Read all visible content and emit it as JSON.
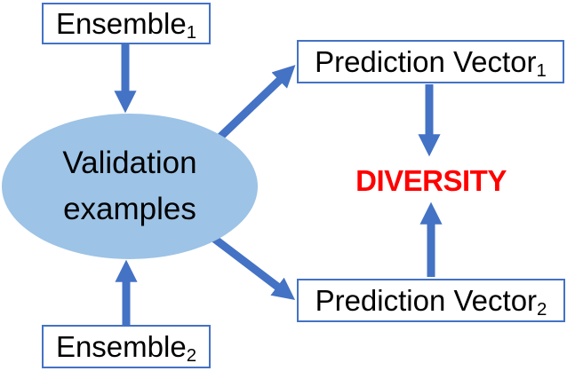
{
  "diagram": {
    "ensemble1": {
      "label": "Ensemble",
      "sub": "1"
    },
    "ensemble2": {
      "label": "Ensemble",
      "sub": "2"
    },
    "validation": {
      "line1": "Validation",
      "line2": "examples"
    },
    "prediction1": {
      "label": "Prediction Vector",
      "sub": "1"
    },
    "prediction2": {
      "label": "Prediction Vector",
      "sub": "2"
    },
    "diversity": "DIVERSITY",
    "colors": {
      "arrow": "#4472C4",
      "box_border": "#4472C4",
      "box_fill": "#FFFFFF",
      "ellipse_fill": "#9DC3E6",
      "label_text": "#000000",
      "diversity_text": "#FF0000",
      "background": "#FFFFFF"
    }
  }
}
